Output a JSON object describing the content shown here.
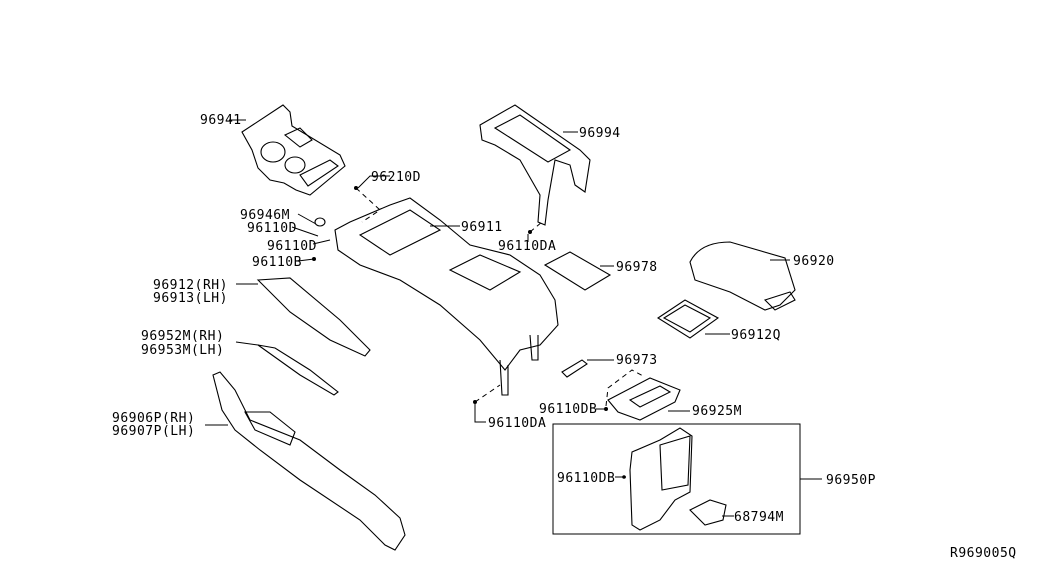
{
  "diagram": {
    "labels": {
      "p96941": "96941",
      "p96210D": "96210D",
      "p96946M": "96946M",
      "p96110D_a": "96110D",
      "p96110D_b": "96110D",
      "p96110B": "96110B",
      "p96911": "96911",
      "p96994": "96994",
      "p96110DA_a": "96110DA",
      "p96978": "96978",
      "p96920": "96920",
      "p96912Q": "96912Q",
      "p96912RH": "96912(RH)",
      "p96913LH": "96913(LH)",
      "p96952MRH": "96952M(RH)",
      "p96953MLH": "96953M(LH)",
      "p96973": "96973",
      "p96110DB_a": "96110DB",
      "p96925M": "96925M",
      "p96110DA_b": "96110DA",
      "p96906PRH": "96906P(RH)",
      "p96907PLH": "96907P(LH)",
      "p96110DB_b": "96110DB",
      "p96950P": "96950P",
      "p68794M": "68794M"
    },
    "diagram_code": "R969005Q"
  }
}
